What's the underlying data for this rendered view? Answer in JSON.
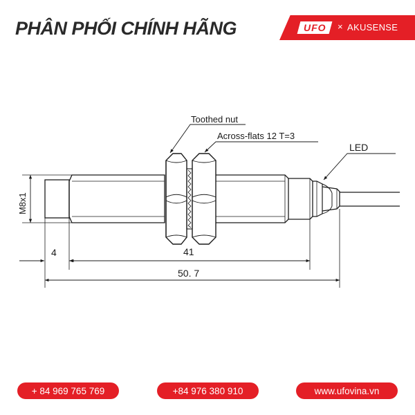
{
  "header": {
    "headline": "PHÂN PHỐI CHÍNH HÃNG",
    "brand_logo_text": "UFO",
    "separator": "×",
    "partner": "AKUSENSE"
  },
  "drawing": {
    "label_toothed_nut": "Toothed nut",
    "label_across_flats": "Across-flats 12  T=3",
    "label_led": "LED",
    "dim_thread": "M8x1",
    "dim_4": "4",
    "dim_41": "41",
    "dim_total": "50. 7"
  },
  "footer": {
    "phone_1": "+ 84 969 765 769",
    "phone_2": "+84 976 380 910",
    "website": "www.ufovina.vn"
  },
  "colors": {
    "accent": "#e41f26",
    "line": "#1a1a1a",
    "headline": "#2a2a2a"
  }
}
